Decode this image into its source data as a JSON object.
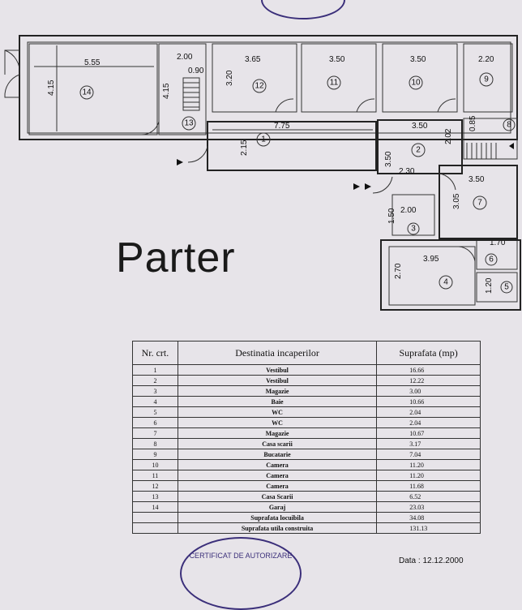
{
  "title": "Parter",
  "date": "Data : 12.12.2000",
  "stamp_text": "CERTIFICAT DE AUTORIZARE",
  "dimensions": {
    "r14_w": "5.55",
    "r14_h": "4.15",
    "r13_w": "2.00",
    "r13_s": "0.90",
    "r13_h": "4.15",
    "r12_w": "3.65",
    "r12_h": "3.20",
    "r11_w": "3.50",
    "r10_w": "3.50",
    "r9_w": "2.20",
    "r1_w": "7.75",
    "r1_h": "2.15",
    "r2_w": "3.50",
    "r2_h": "3.50",
    "r2_s": "2.02",
    "r8_s": "0.85",
    "r3_w1": "2.30",
    "r3_w2": "2.00",
    "r3_h": "1.50",
    "r7_w": "3.50",
    "r7_h": "3.05",
    "r4_w": "3.95",
    "r4_h": "2.70",
    "r6_w": "1.70",
    "r5_h": "1.20"
  },
  "table": {
    "headers": [
      "Nr. crt.",
      "Destinatia incaperilor",
      "Suprafata (mp)"
    ],
    "rows": [
      [
        "1",
        "Vestibul",
        "16.66"
      ],
      [
        "2",
        "Vestibul",
        "12.22"
      ],
      [
        "3",
        "Magazie",
        "3.00"
      ],
      [
        "4",
        "Baie",
        "10.66"
      ],
      [
        "5",
        "WC",
        "2.04"
      ],
      [
        "6",
        "WC",
        "2.04"
      ],
      [
        "7",
        "Magazie",
        "10.67"
      ],
      [
        "8",
        "Casa scarii",
        "3.17"
      ],
      [
        "9",
        "Bucatarie",
        "7.04"
      ],
      [
        "10",
        "Camera",
        "11.20"
      ],
      [
        "11",
        "Camera",
        "11.20"
      ],
      [
        "12",
        "Camera",
        "11.68"
      ],
      [
        "13",
        "Casa Scarii",
        "6.52"
      ],
      [
        "14",
        "Garaj",
        "23.03"
      ],
      [
        "",
        "Suprafata locuibila",
        "34.08"
      ],
      [
        "",
        "Suprafata utila construita",
        "131.13"
      ]
    ]
  }
}
